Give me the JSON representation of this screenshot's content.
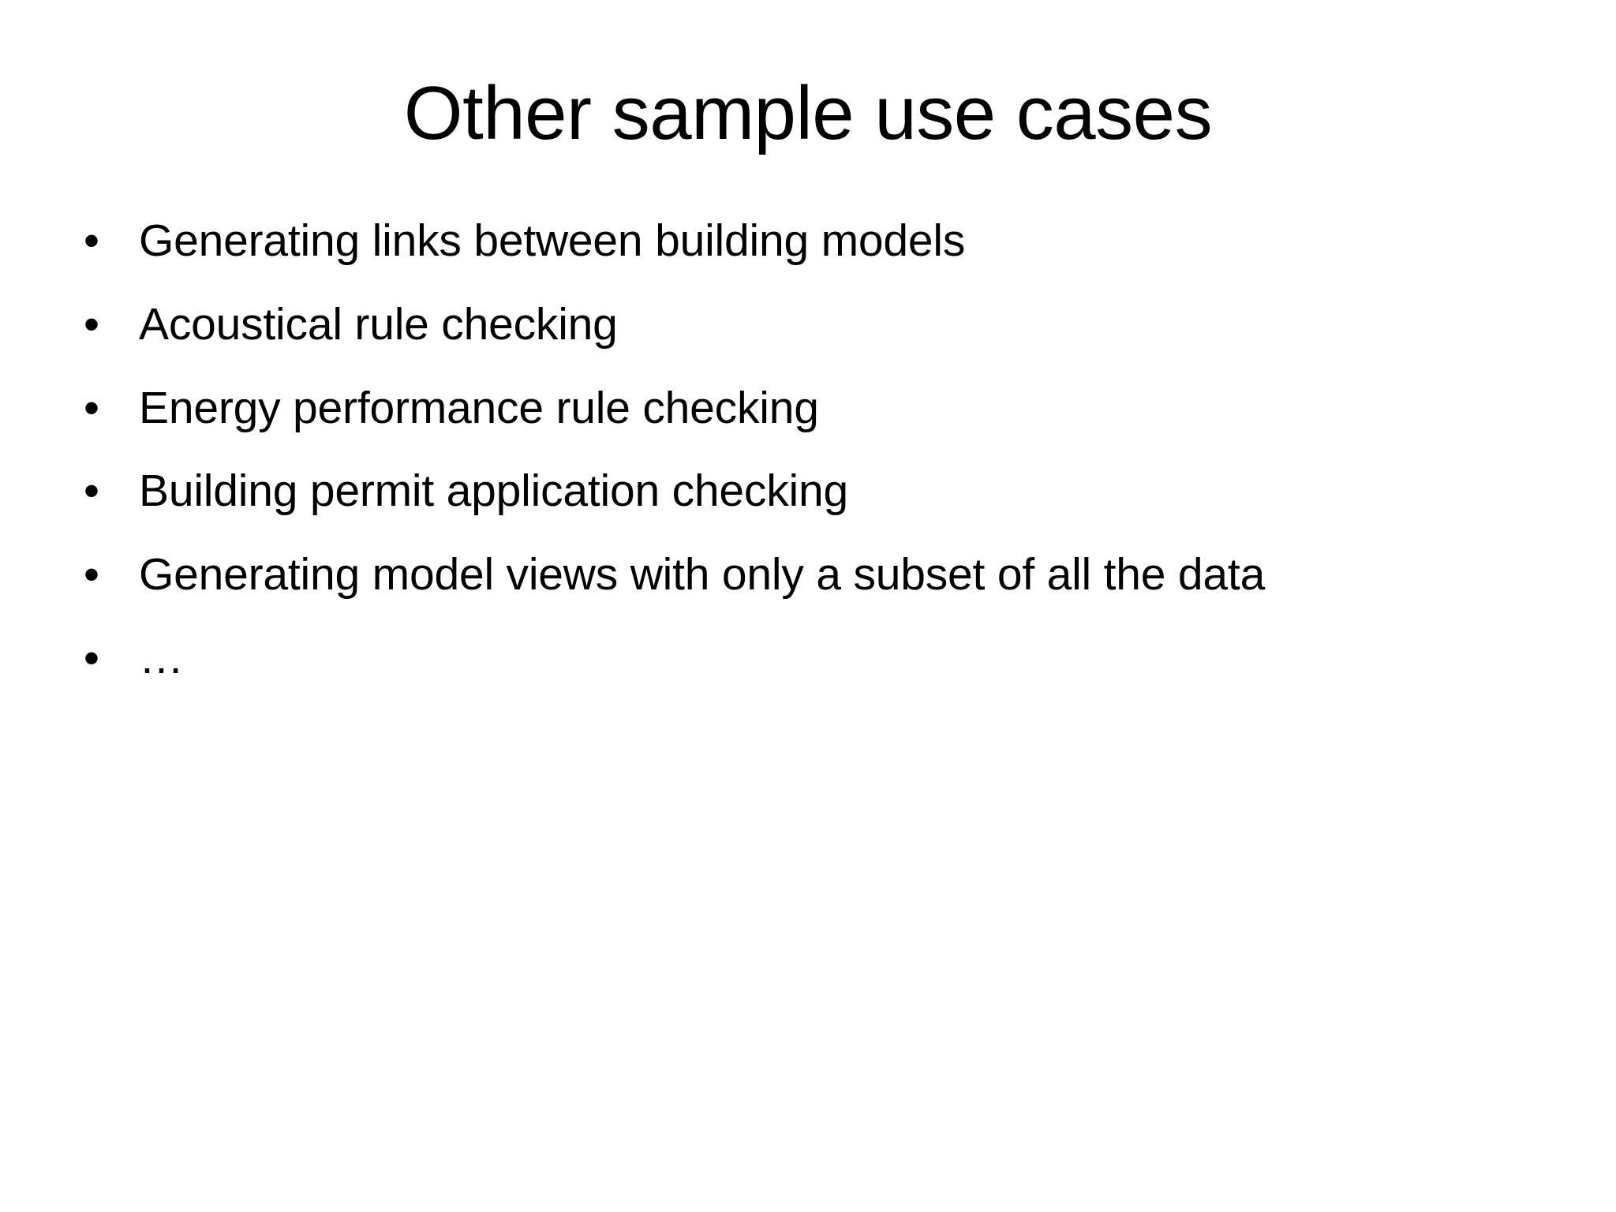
{
  "slide": {
    "background_color": "#ffffff",
    "text_color": "#000000",
    "title": "Other sample use cases",
    "bullet_marker": "•",
    "bullets": [
      {
        "text": "Generating links between building models"
      },
      {
        "text": "Acoustical rule checking"
      },
      {
        "text": "Energy performance rule checking"
      },
      {
        "text": "Building permit application checking"
      },
      {
        "text": "Generating model views with only a subset of all the data"
      },
      {
        "text": "…"
      }
    ]
  }
}
